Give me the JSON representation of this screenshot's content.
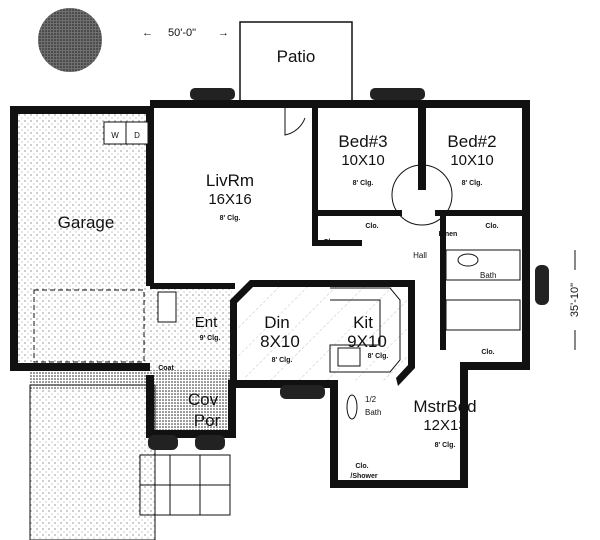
{
  "dimensions": {
    "width": "50'-0\"",
    "depth": "35'-10\""
  },
  "rooms": {
    "patio": {
      "name": "Patio"
    },
    "garage": {
      "name": "Garage",
      "washer": "W",
      "dryer": "D"
    },
    "livrm": {
      "name": "LivRm",
      "size": "16X16",
      "ceiling": "8' Clg."
    },
    "bed3": {
      "name": "Bed#3",
      "size": "10X10",
      "ceiling": "8' Clg."
    },
    "bed2": {
      "name": "Bed#2",
      "size": "10X10",
      "ceiling": "8' Clg."
    },
    "hall": {
      "name": "Hall"
    },
    "linen": {
      "name": "Linen"
    },
    "bath": {
      "name": "Bath"
    },
    "ent": {
      "name": "Ent",
      "ceiling": "9' Clg."
    },
    "coat": {
      "name": "Coat"
    },
    "din": {
      "name": "Din",
      "size": "8X10",
      "ceiling": "8' Clg."
    },
    "kit": {
      "name": "Kit",
      "size": "9X10",
      "ceiling": "8' Clg."
    },
    "covpor": {
      "name1": "Cov",
      "name2": "Por"
    },
    "mstrbed": {
      "name": "MstrBed",
      "size": "12X13",
      "ceiling": "8' Clg."
    },
    "halfbath": {
      "name1": "1/2",
      "name2": "Bath"
    },
    "closet_label": "Clo.",
    "shower": "/Shower"
  }
}
